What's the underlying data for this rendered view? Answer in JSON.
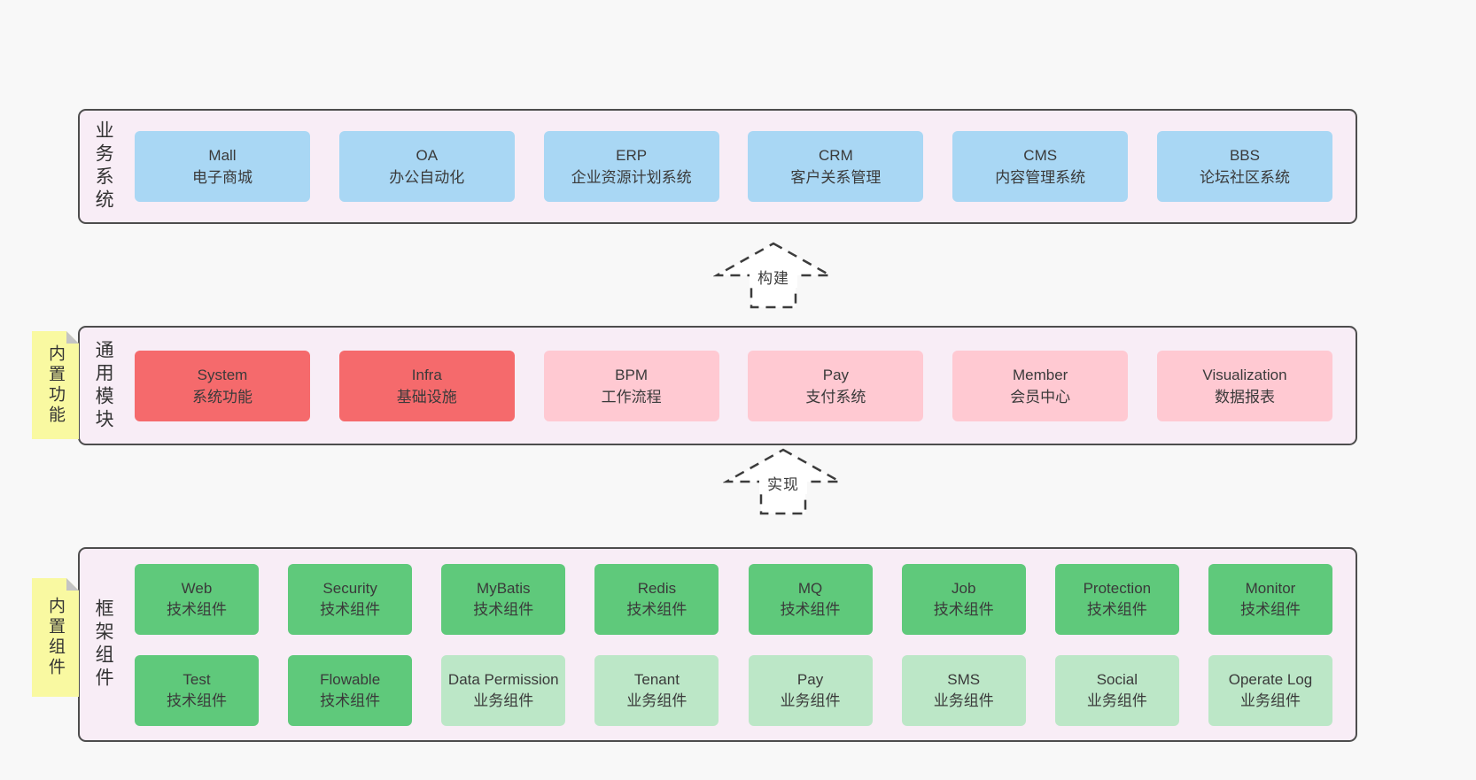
{
  "colors": {
    "background": "#f8f8f8",
    "panel_background": "#f8edf6",
    "panel_border": "#4d4d4d",
    "box_blue": "#a9d7f4",
    "box_red": "#f56a6c",
    "box_pink": "#ffc9d2",
    "box_green": "#5fc97b",
    "box_green_light": "#bce7c7",
    "note_yellow": "#f9f9a1",
    "note_fold_gray": "#c4c4c4",
    "text": "#3a3a3a"
  },
  "bands": [
    {
      "label": "业务系统",
      "boxes": [
        {
          "title": "Mall",
          "subtitle": "电子商城",
          "variant": "blue"
        },
        {
          "title": "OA",
          "subtitle": "办公自动化",
          "variant": "blue"
        },
        {
          "title": "ERP",
          "subtitle": "企业资源计划系统",
          "variant": "blue"
        },
        {
          "title": "CRM",
          "subtitle": "客户关系管理",
          "variant": "blue"
        },
        {
          "title": "CMS",
          "subtitle": "内容管理系统",
          "variant": "blue"
        },
        {
          "title": "BBS",
          "subtitle": "论坛社区系统",
          "variant": "blue"
        }
      ]
    },
    {
      "label": "通用模块",
      "note": "内置功能",
      "boxes": [
        {
          "title": "System",
          "subtitle": "系统功能",
          "variant": "red"
        },
        {
          "title": "Infra",
          "subtitle": "基础设施",
          "variant": "red"
        },
        {
          "title": "BPM",
          "subtitle": "工作流程",
          "variant": "pink"
        },
        {
          "title": "Pay",
          "subtitle": "支付系统",
          "variant": "pink"
        },
        {
          "title": "Member",
          "subtitle": "会员中心",
          "variant": "pink"
        },
        {
          "title": "Visualization",
          "subtitle": "数据报表",
          "variant": "pink"
        }
      ]
    },
    {
      "label": "框架组件",
      "note": "内置组件",
      "rows": [
        [
          {
            "title": "Web",
            "subtitle": "技术组件",
            "variant": "green"
          },
          {
            "title": "Security",
            "subtitle": "技术组件",
            "variant": "green"
          },
          {
            "title": "MyBatis",
            "subtitle": "技术组件",
            "variant": "green"
          },
          {
            "title": "Redis",
            "subtitle": "技术组件",
            "variant": "green"
          },
          {
            "title": "MQ",
            "subtitle": "技术组件",
            "variant": "green"
          },
          {
            "title": "Job",
            "subtitle": "技术组件",
            "variant": "green"
          },
          {
            "title": "Protection",
            "subtitle": "技术组件",
            "variant": "green"
          },
          {
            "title": "Monitor",
            "subtitle": "技术组件",
            "variant": "green"
          }
        ],
        [
          {
            "title": "Test",
            "subtitle": "技术组件",
            "variant": "green"
          },
          {
            "title": "Flowable",
            "subtitle": "技术组件",
            "variant": "green"
          },
          {
            "title": "Data Permission",
            "subtitle": "业务组件",
            "variant": "green-light"
          },
          {
            "title": "Tenant",
            "subtitle": "业务组件",
            "variant": "green-light"
          },
          {
            "title": "Pay",
            "subtitle": "业务组件",
            "variant": "green-light"
          },
          {
            "title": "SMS",
            "subtitle": "业务组件",
            "variant": "green-light"
          },
          {
            "title": "Social",
            "subtitle": "业务组件",
            "variant": "green-light"
          },
          {
            "title": "Operate Log",
            "subtitle": "业务组件",
            "variant": "green-light"
          }
        ]
      ]
    }
  ],
  "arrows": [
    {
      "label": "构建"
    },
    {
      "label": "实现"
    }
  ]
}
